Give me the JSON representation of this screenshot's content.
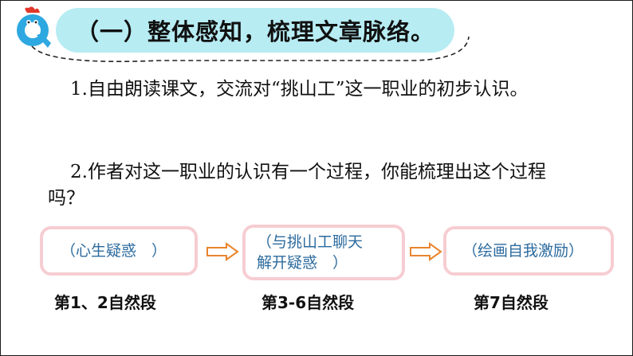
{
  "header": {
    "title": "（一）整体感知，梳理文章脉络。",
    "badge_color": "#2ea8e0",
    "pill_color": "#b7ecf3"
  },
  "questions": [
    {
      "text": "1.自由朗读课文，交流对“挑山工”这一职业的初步认识。"
    },
    {
      "text": "2.作者对这一职业的认识有一个过程，你能梳理出这个过程吗？"
    }
  ],
  "stages": [
    {
      "lines": [
        "（心生疑惑　）"
      ],
      "label": "第1、2自然段"
    },
    {
      "lines": [
        "（与挑山工聊天",
        "解开疑惑　）"
      ],
      "label": "第3-6自然段"
    },
    {
      "lines": [
        "（绘画自我激励）"
      ],
      "label": "第7自然段"
    }
  ],
  "colors": {
    "box_border": "#f6cdd2",
    "box_text": "#2c6b9e",
    "arrow": "#e8852e"
  }
}
